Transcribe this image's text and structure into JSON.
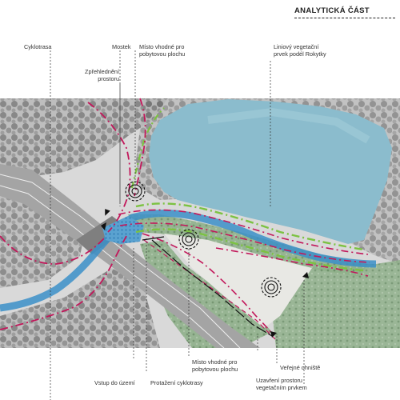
{
  "header": {
    "title": "ANALYTICKÁ ČÁST"
  },
  "labels": {
    "cyklotrasa": "Cyklotrasa",
    "mostek": "Mostek",
    "misto_top": "Místo vhodné pro\npobytovou plochu",
    "liniovy": "Liniový vegetační\nprvek podél Rokytky",
    "zprehledneni": "Zpřehlednění\nprostoru",
    "vstup": "Vstup do území",
    "protazeni": "Protažení cyklotrasy",
    "misto_bottom": "Místo vhodné pro\npobytovou plochu",
    "verejne": "Veřejné ohniště",
    "uzavreni": "Uzavření prostoru\nvegetačním prvkem"
  },
  "colors": {
    "water": "#8bbccd",
    "stream": "#3b8fc8",
    "meadow": "#7a9e78",
    "green_line": "#7cc242",
    "pink_line": "#c2185b",
    "trees": "#5e5e5e",
    "ground": "#d6d6d6",
    "road": "#9a9a9a"
  },
  "icons": [
    "target-icon",
    "arrow-icon"
  ]
}
